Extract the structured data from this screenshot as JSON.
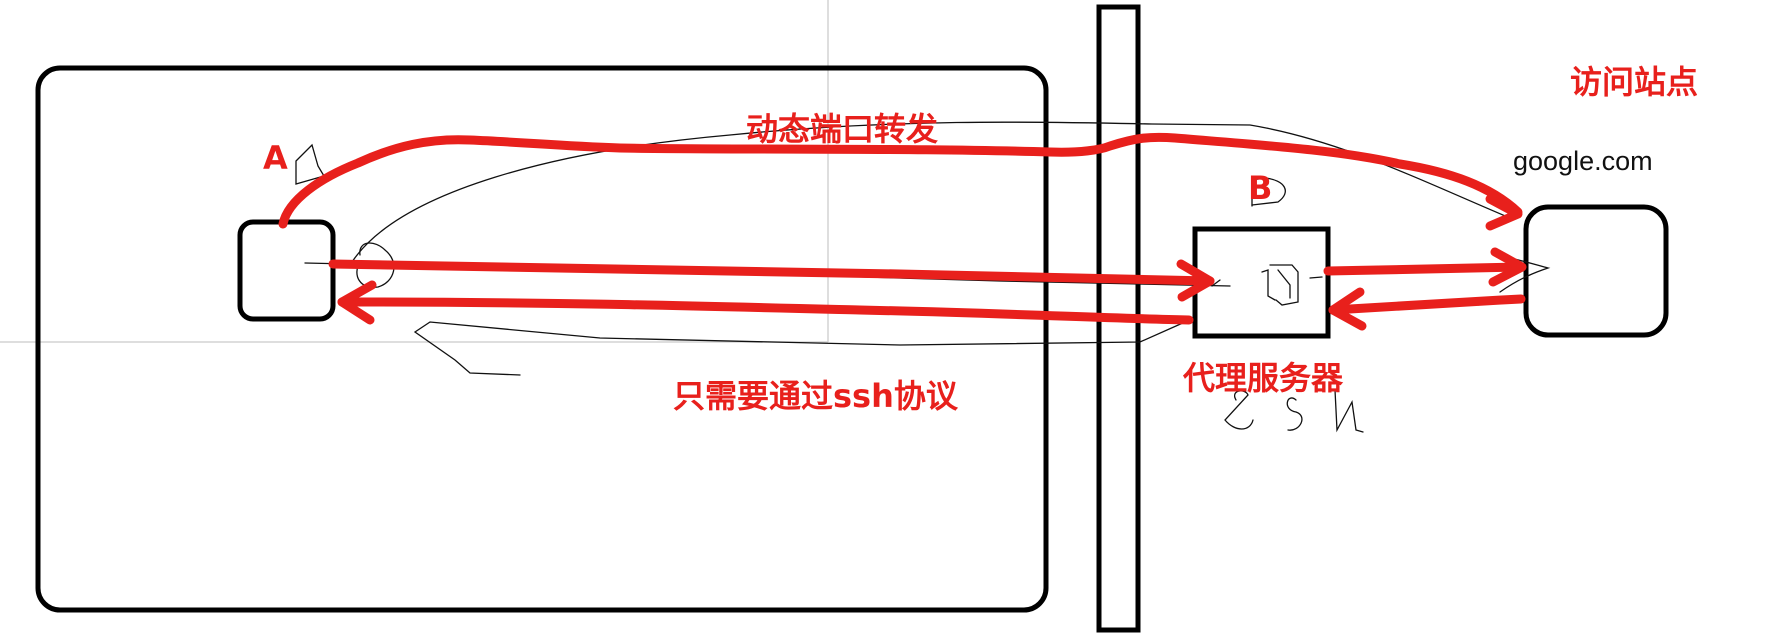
{
  "labels": {
    "node_a": "A",
    "node_b": "B",
    "dynamic_port_forwarding": "动态端口转发",
    "visit_site": "访问站点",
    "site_name": "google.com",
    "proxy_server": "代理服务器",
    "ssh_only": "只需要通过ssh协议"
  },
  "colors": {
    "arrow_red": "#e8201c",
    "outline": "#000000",
    "background": "#ffffff"
  }
}
